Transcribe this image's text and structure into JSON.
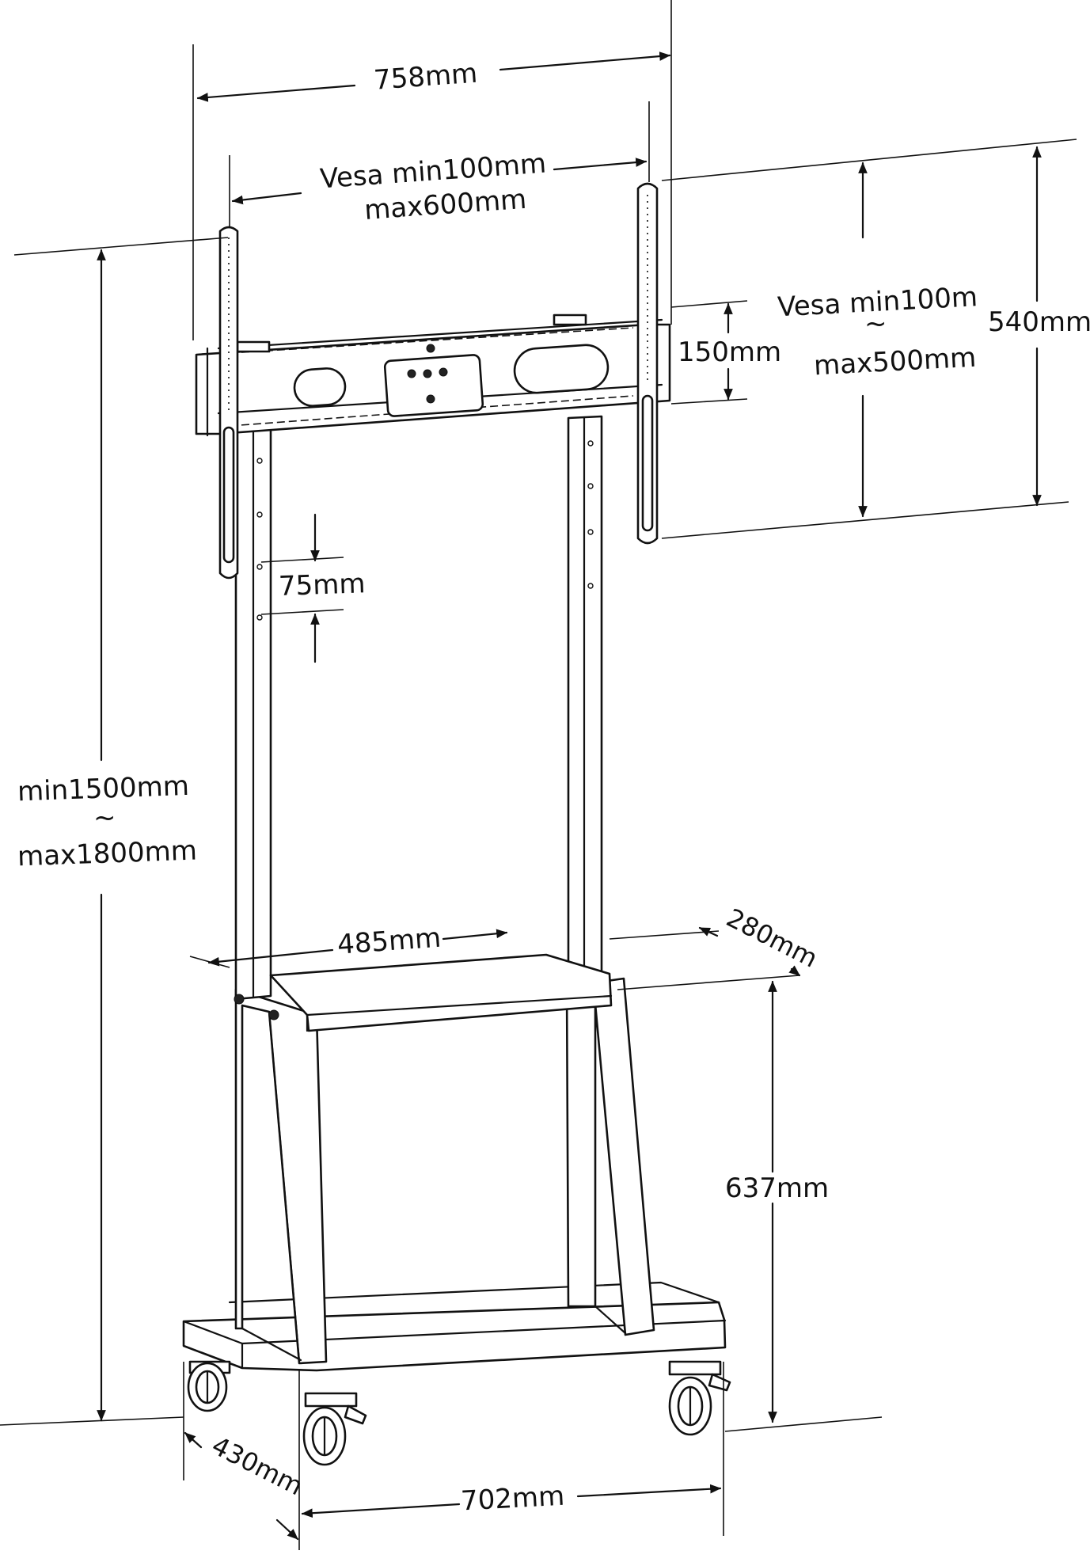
{
  "dimensions": {
    "overall_width": "758mm",
    "vesa_horizontal_min": "Vesa min100mm",
    "vesa_horizontal_max": "max600mm",
    "vesa_vertical_min": "Vesa min100m",
    "vesa_vertical_tilde": "~",
    "vesa_vertical_max": "max500mm",
    "bracket_height": "540mm",
    "crossbar_height": "150mm",
    "hole_spacing": "75mm",
    "height_min": "min1500mm",
    "height_tilde": "~",
    "height_max": "max1800mm",
    "shelf_width": "485mm",
    "shelf_depth": "280mm",
    "shelf_height": "637mm",
    "base_depth": "430mm",
    "base_width": "702mm"
  },
  "colors": {
    "line": "#111111",
    "background": "#ffffff"
  }
}
